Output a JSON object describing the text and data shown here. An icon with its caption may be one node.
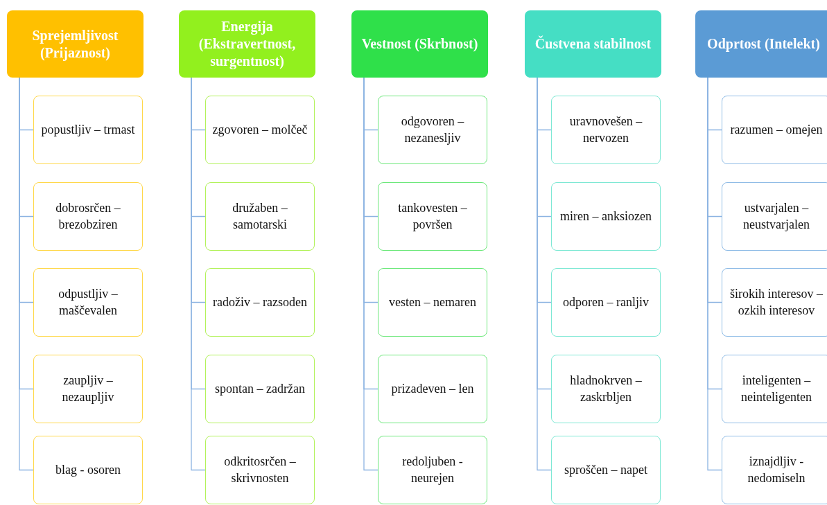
{
  "diagram": {
    "nodes": [
      {
        "text": [
          "Sprejemljivost (Prijaznost)"
        ]
      },
      {
        "text": [
          "popustljiv – trmast"
        ]
      },
      {
        "text": [
          "dobrosrčen – brezobziren"
        ]
      },
      {
        "text": [
          "odpustljiv – maščevalen"
        ]
      },
      {
        "text": [
          "zaupljiv – nezaupljiv"
        ]
      },
      {
        "text": [
          "blag - osoren"
        ]
      },
      {
        "text": [
          "Energija (Ekstravertnost, surgentnost)"
        ]
      },
      {
        "text": [
          "zgovoren – molčeč"
        ]
      },
      {
        "text": [
          "družaben – samotarski"
        ]
      },
      {
        "text": [
          "radoživ – razsoden"
        ]
      },
      {
        "text": [
          "spontan – zadržan"
        ]
      },
      {
        "text": [
          "odkritosrčen – skrivnosten"
        ]
      },
      {
        "text": [
          "Vestnost (Skrbnost)"
        ]
      },
      {
        "text": [
          "odgovoren – nezanesljiv"
        ]
      },
      {
        "text": [
          "tankovesten – površen"
        ]
      },
      {
        "text": [
          "vesten – nemaren"
        ]
      },
      {
        "text": [
          "prizadeven – len"
        ]
      },
      {
        "text": [
          "redoljuben - neurejen"
        ]
      },
      {
        "text": [
          "Čustvena stabilnost"
        ]
      },
      {
        "text": [
          "uravnovešen – nervozen"
        ]
      },
      {
        "text": [
          "miren – anksiozen"
        ]
      },
      {
        "text": [
          "odporen – ranljiv"
        ]
      },
      {
        "text": [
          "hladnokrven – zaskrbljen"
        ]
      },
      {
        "text": [
          "sproščen – napet"
        ]
      },
      {
        "text": [
          "Odprtost (Intelekt)"
        ]
      },
      {
        "text": [
          "razumen – omejen"
        ]
      },
      {
        "text": [
          "ustvarjalen – neustvarjalen"
        ]
      },
      {
        "text": [
          "širokih interesov – ozkih interesov"
        ]
      },
      {
        "text": [
          "inteligenten – neinteligenten"
        ]
      },
      {
        "text": [
          "iznajdljiv - nedomiseln"
        ]
      }
    ],
    "edges": [
      {
        "from": 0,
        "to": 1,
        "arrow": "none"
      },
      {
        "from": 0,
        "to": 2,
        "arrow": "none"
      },
      {
        "from": 0,
        "to": 3,
        "arrow": "none"
      },
      {
        "from": 0,
        "to": 4,
        "arrow": "none"
      },
      {
        "from": 0,
        "to": 5,
        "arrow": "none"
      },
      {
        "from": 6,
        "to": 7,
        "arrow": "none"
      },
      {
        "from": 6,
        "to": 8,
        "arrow": "none"
      },
      {
        "from": 6,
        "to": 9,
        "arrow": "none"
      },
      {
        "from": 6,
        "to": 10,
        "arrow": "none"
      },
      {
        "from": 6,
        "to": 11,
        "arrow": "none"
      },
      {
        "from": 12,
        "to": 13,
        "arrow": "none"
      },
      {
        "from": 12,
        "to": 14,
        "arrow": "none"
      },
      {
        "from": 12,
        "to": 15,
        "arrow": "none"
      },
      {
        "from": 12,
        "to": 16,
        "arrow": "none"
      },
      {
        "from": 12,
        "to": 17,
        "arrow": "none"
      },
      {
        "from": 18,
        "to": 19,
        "arrow": "none"
      },
      {
        "from": 18,
        "to": 20,
        "arrow": "none"
      },
      {
        "from": 18,
        "to": 21,
        "arrow": "none"
      },
      {
        "from": 18,
        "to": 22,
        "arrow": "none"
      },
      {
        "from": 18,
        "to": 23,
        "arrow": "none"
      },
      {
        "from": 24,
        "to": 25,
        "arrow": "none"
      },
      {
        "from": 24,
        "to": 26,
        "arrow": "none"
      },
      {
        "from": 24,
        "to": 27,
        "arrow": "none"
      },
      {
        "from": 24,
        "to": 28,
        "arrow": "none"
      },
      {
        "from": 24,
        "to": 29,
        "arrow": "none"
      }
    ]
  }
}
